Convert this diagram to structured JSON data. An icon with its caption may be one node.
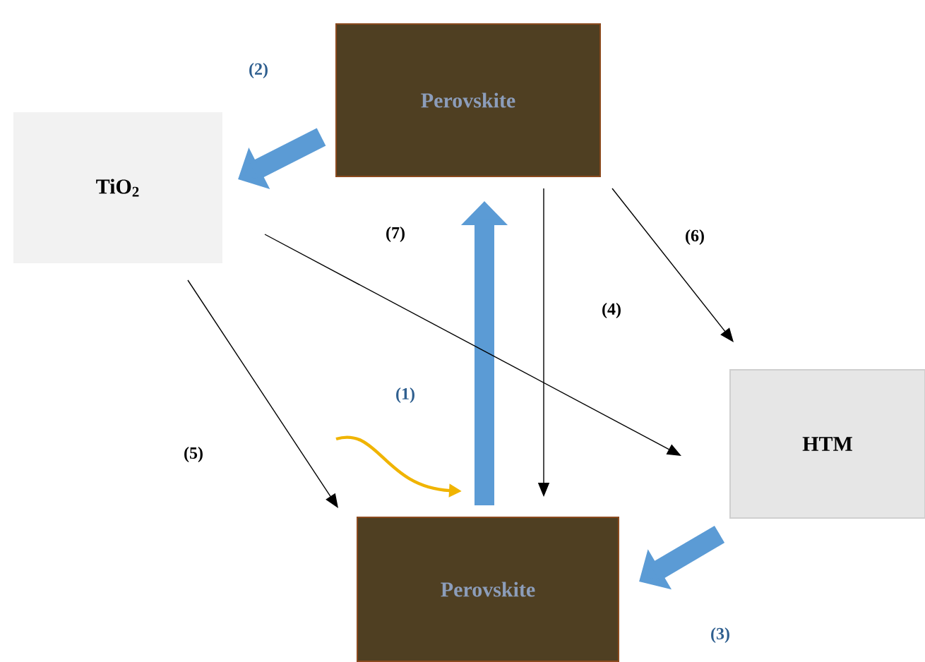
{
  "diagram": {
    "nodes": [
      {
        "text": [
          "Perovskite"
        ]
      },
      {
        "text": [
          "TiO$_{2}$"
        ]
      },
      {
        "text": [
          "HTM"
        ]
      },
      {
        "text": [
          "Perovskite"
        ]
      }
    ],
    "edges": [
      {
        "from": 3,
        "to": 0,
        "arrow": "to",
        "label": "(1)",
        "style": "thick",
        "color": "#5b9bd5"
      },
      {
        "from": 0,
        "to": 1,
        "arrow": "to",
        "label": "(2)",
        "style": "thick",
        "color": "#5b9bd5"
      },
      {
        "from": 2,
        "to": 3,
        "arrow": "to",
        "label": "(3)",
        "style": "thick",
        "color": "#5b9bd5"
      },
      {
        "from": 0,
        "to": 3,
        "arrow": "to",
        "label": "(4)"
      },
      {
        "from": 1,
        "to": 3,
        "arrow": "to",
        "label": "(5)"
      },
      {
        "from": 0,
        "to": 2,
        "arrow": "to",
        "label": "(6)"
      },
      {
        "from": 1,
        "to": 2,
        "arrow": "to",
        "label": "(7)"
      },
      {
        "from": null,
        "to": 3,
        "arrow": "to",
        "style": "thick",
        "color": "#f0b400"
      }
    ]
  }
}
